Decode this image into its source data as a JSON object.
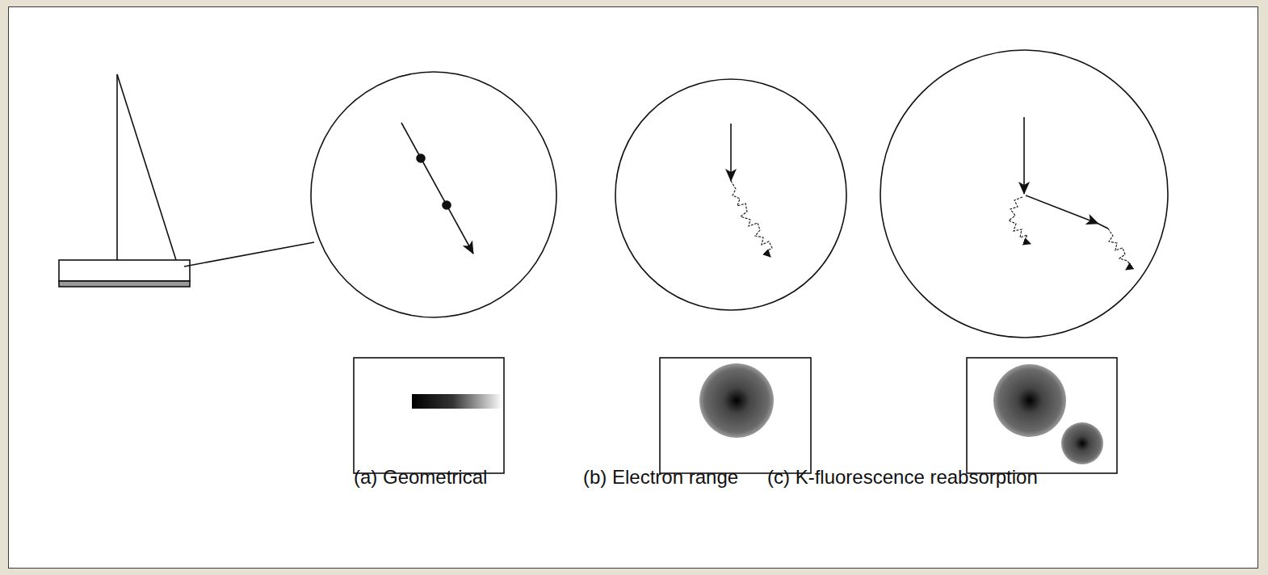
{
  "diagram": {
    "labels": [
      "(a) Geometrical",
      "(b) Electron range",
      "(c) K-fluorescence reabsorption"
    ]
  }
}
